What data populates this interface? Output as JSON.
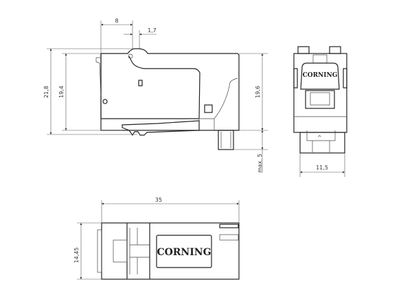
{
  "dimensions": {
    "side_top_width": "8",
    "side_latch": "1,7",
    "side_total_height": "21,8",
    "side_body_height": "19,4",
    "side_right_height": "19,6",
    "side_pin_length": "max. 5",
    "front_width": "11,5",
    "bottom_length": "35",
    "bottom_width": "14,45"
  },
  "logo": {
    "front": "CORNING",
    "bottom": "CORNING"
  },
  "colors": {
    "line": "#222222",
    "background": "#ffffff"
  }
}
